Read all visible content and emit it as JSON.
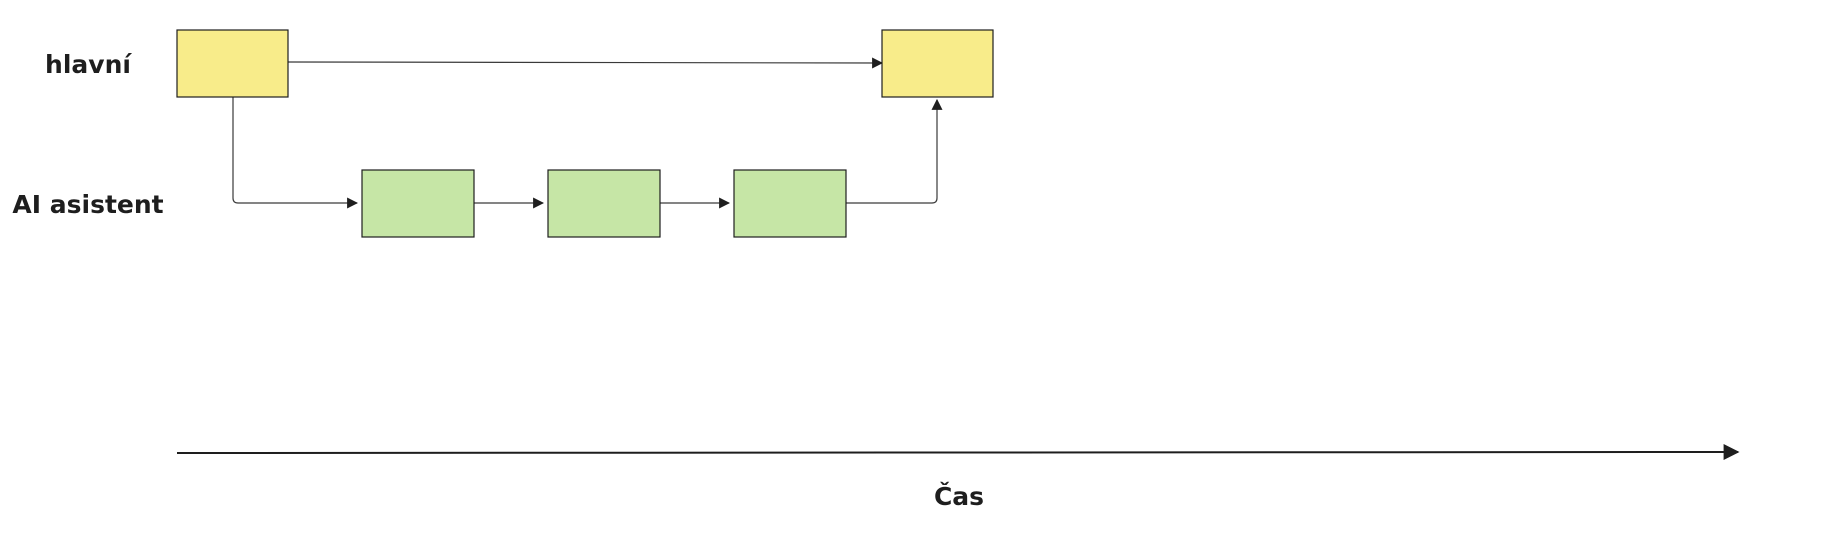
{
  "lanes": {
    "main_label": "hlavní",
    "assistant_label": "AI asistent"
  },
  "axis": {
    "label": "Čas"
  },
  "colors": {
    "main_fill": "#f8ec8a",
    "assistant_fill": "#c6e6a6",
    "stroke": "#1e1e1e",
    "connector": "#3a3a3a",
    "background": "#ffffff"
  }
}
